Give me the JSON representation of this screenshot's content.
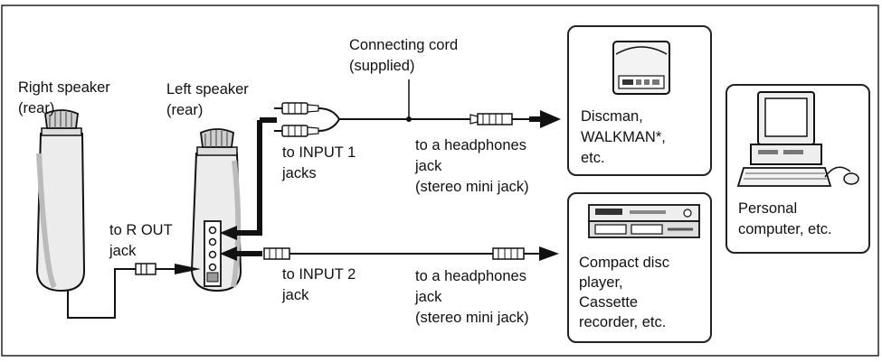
{
  "labels": {
    "connecting_cord": "Connecting cord\n(supplied)",
    "right_speaker": "Right speaker\n(rear)",
    "left_speaker": "Left speaker\n(rear)",
    "to_input1": "to INPUT 1\njacks",
    "to_headphones_1": "to a headphones\njack\n(stereo mini jack)",
    "discman": "Discman,\nWALKMAN*,\netc.",
    "personal_computer": "Personal\ncomputer, etc.",
    "to_r_out": "to R OUT\njack",
    "to_input2": "to INPUT 2\njack",
    "to_headphones_2": "to a headphones\njack\n(stereo mini jack)",
    "cd_player": "Compact disc\nplayer,\nCassette\nrecorder, etc."
  },
  "colors": {
    "ink": "#111111",
    "speaker_fill": "#ededed",
    "speaker_shade": "#b9b9b9",
    "box_border": "#222222"
  },
  "icons": {
    "speaker": "speaker-icon",
    "discman": "discman-icon",
    "cd_deck": "cd-deck-icon",
    "computer": "computer-icon",
    "plug": "plug-icon",
    "arrow": "arrow-icon"
  }
}
